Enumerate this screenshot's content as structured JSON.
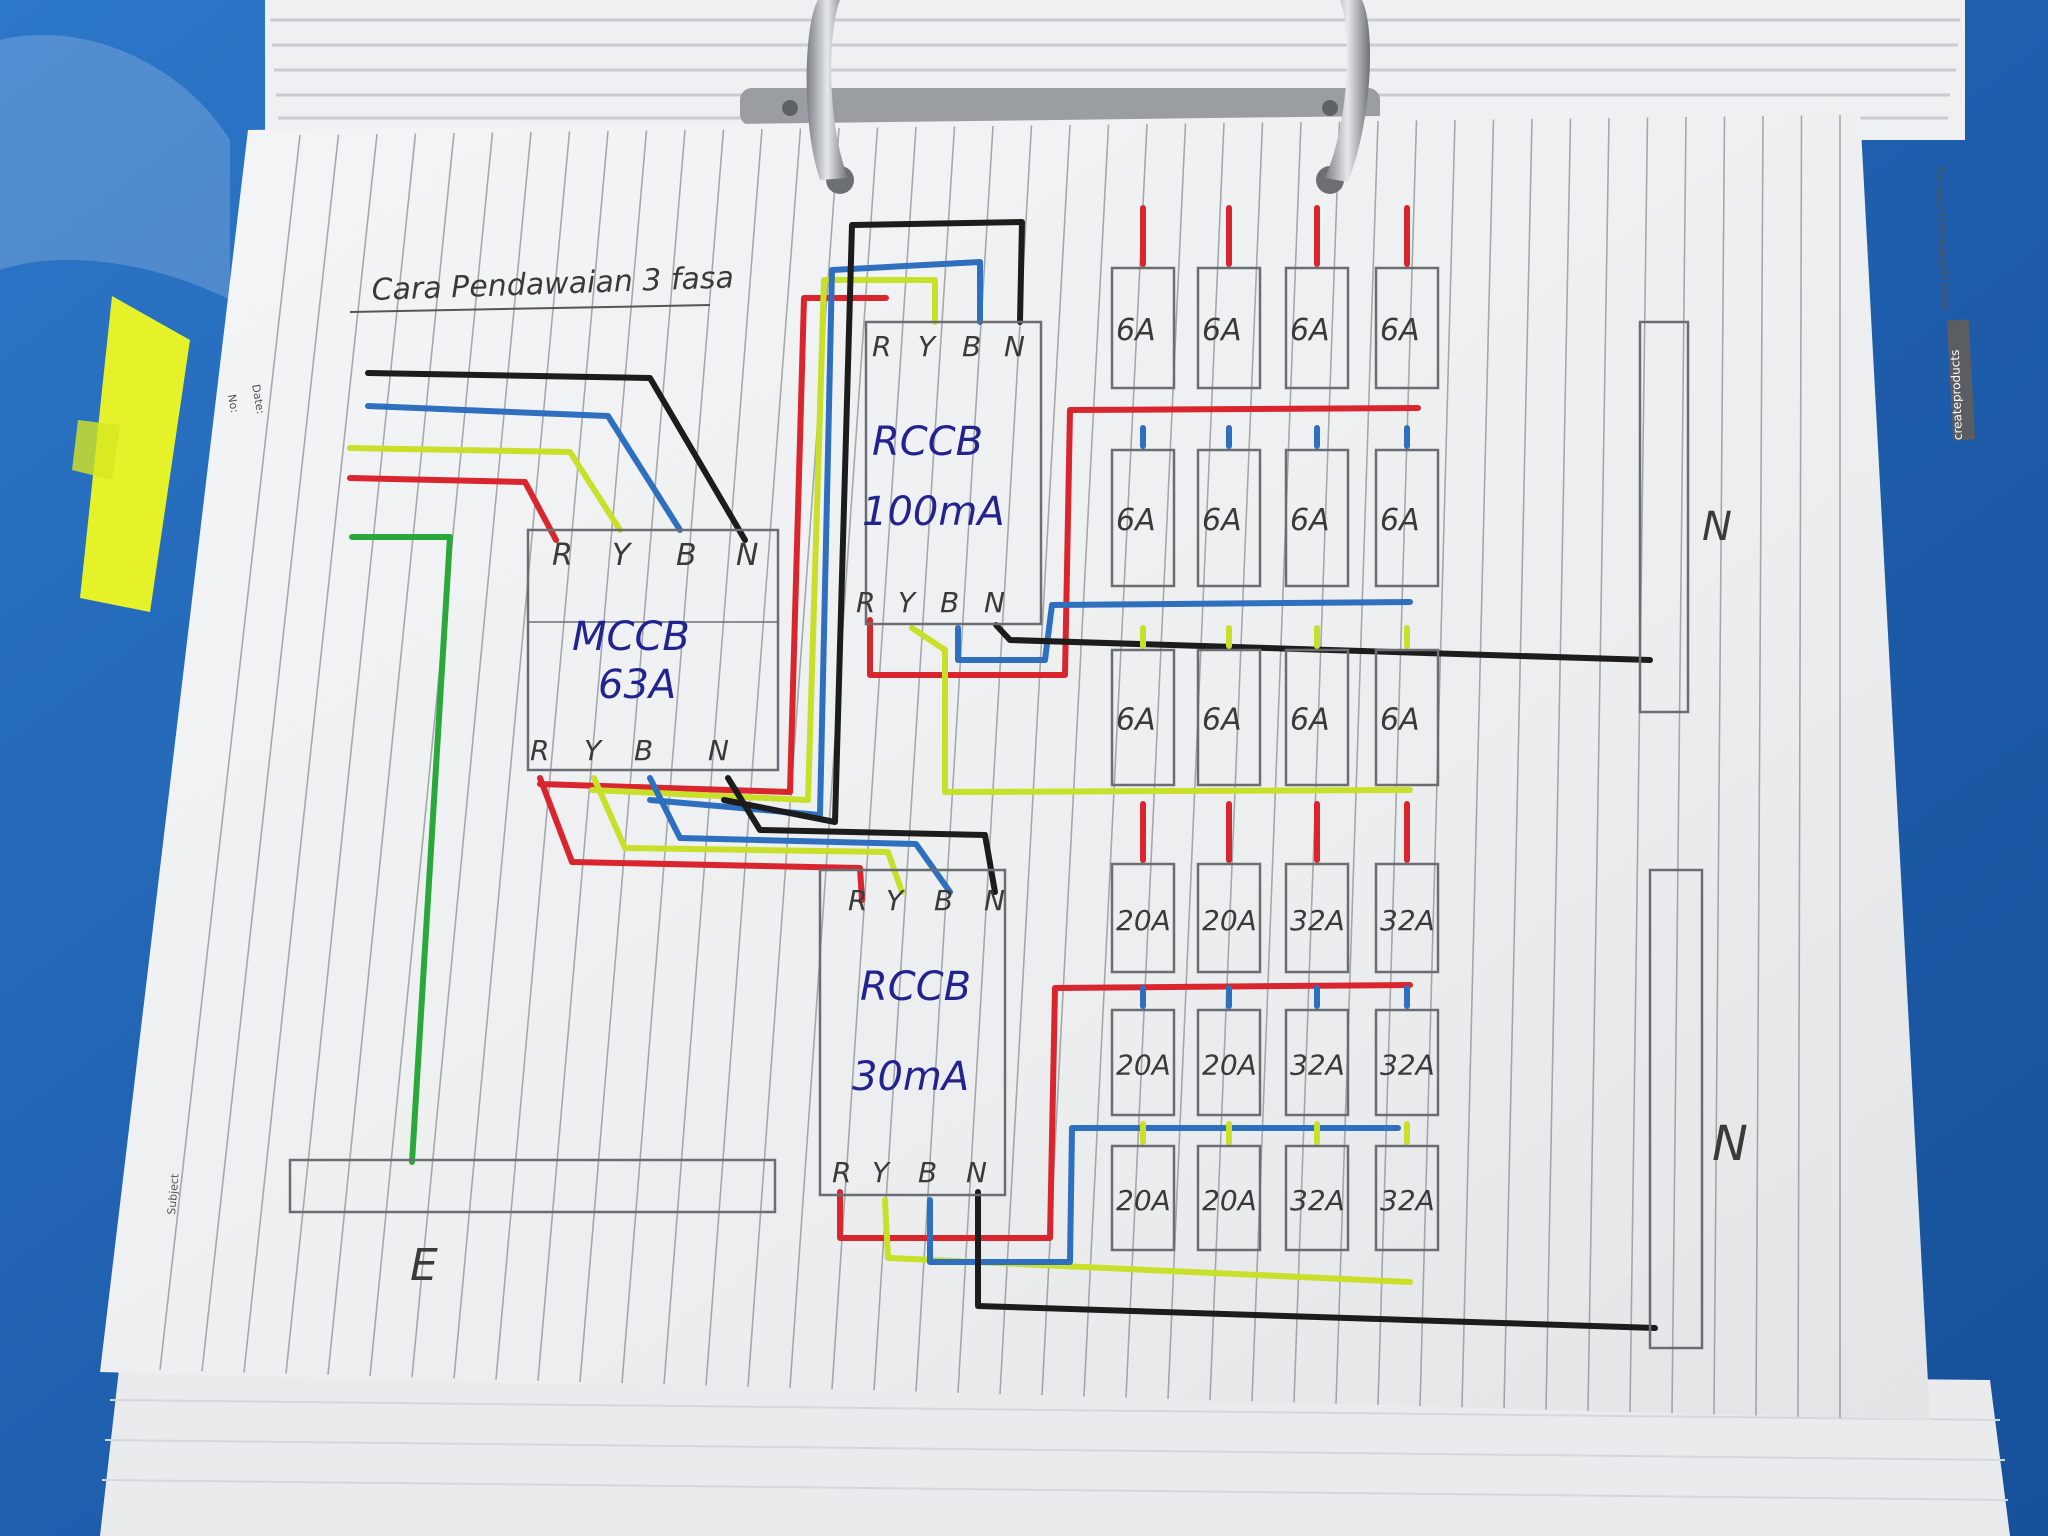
{
  "title": "Cara Pendawaian 3 fasa",
  "header_fields": {
    "no": "No:",
    "date": "Date:",
    "subject": "Subject"
  },
  "brand": {
    "logo": "createproducts",
    "url": "www.cpstationery.com.my"
  },
  "terminals": [
    "R",
    "Y",
    "B",
    "N"
  ],
  "mccb": {
    "line1": "MCCB",
    "line2": "63A"
  },
  "rccb_top": {
    "line1": "RCCB",
    "line2": "100mA"
  },
  "rccb_bottom": {
    "line1": "RCCB",
    "line2": "30mA"
  },
  "breakers_6a": {
    "row1": [
      "6A",
      "6A",
      "6A",
      "6A"
    ],
    "row2": [
      "6A",
      "6A",
      "6A",
      "6A"
    ],
    "row3": [
      "6A",
      "6A",
      "6A",
      "6A"
    ]
  },
  "breakers_sockets": {
    "row1": [
      "20A",
      "20A",
      "32A",
      "32A"
    ],
    "row2": [
      "20A",
      "20A",
      "32A",
      "32A"
    ],
    "row3": [
      "20A",
      "20A",
      "32A",
      "32A"
    ]
  },
  "neutral_bar_label": "N",
  "earth_bar_label": "E",
  "colors": {
    "red": "#d9262e",
    "yellow": "#c8e02a",
    "blue": "#2f6fbf",
    "black": "#1c1c1c",
    "green": "#2aa83c",
    "pencil": "#5a5a5a",
    "ink": "#23238f"
  }
}
